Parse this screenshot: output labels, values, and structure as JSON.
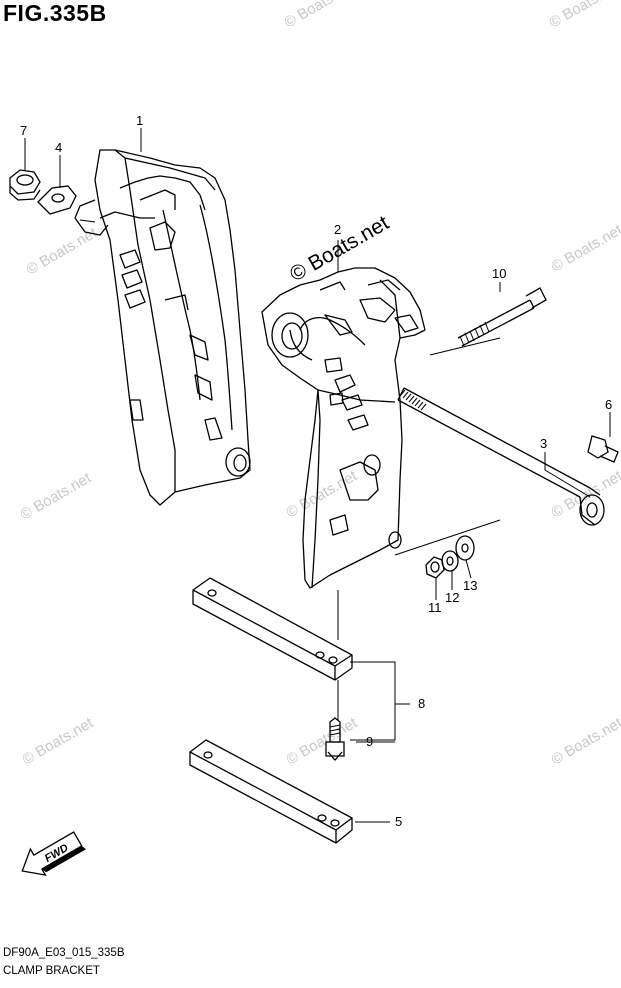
{
  "figure": {
    "title": "FIG.335B"
  },
  "watermark": "© Boats.net",
  "footer": {
    "code": "DF90A_E03_015_335B",
    "name": "CLAMP BRACKET"
  },
  "fwd_arrow": {
    "label": "FWD"
  },
  "callouts": [
    "1",
    "2",
    "3",
    "4",
    "5",
    "6",
    "7",
    "8",
    "9",
    "10",
    "11",
    "12",
    "13"
  ]
}
